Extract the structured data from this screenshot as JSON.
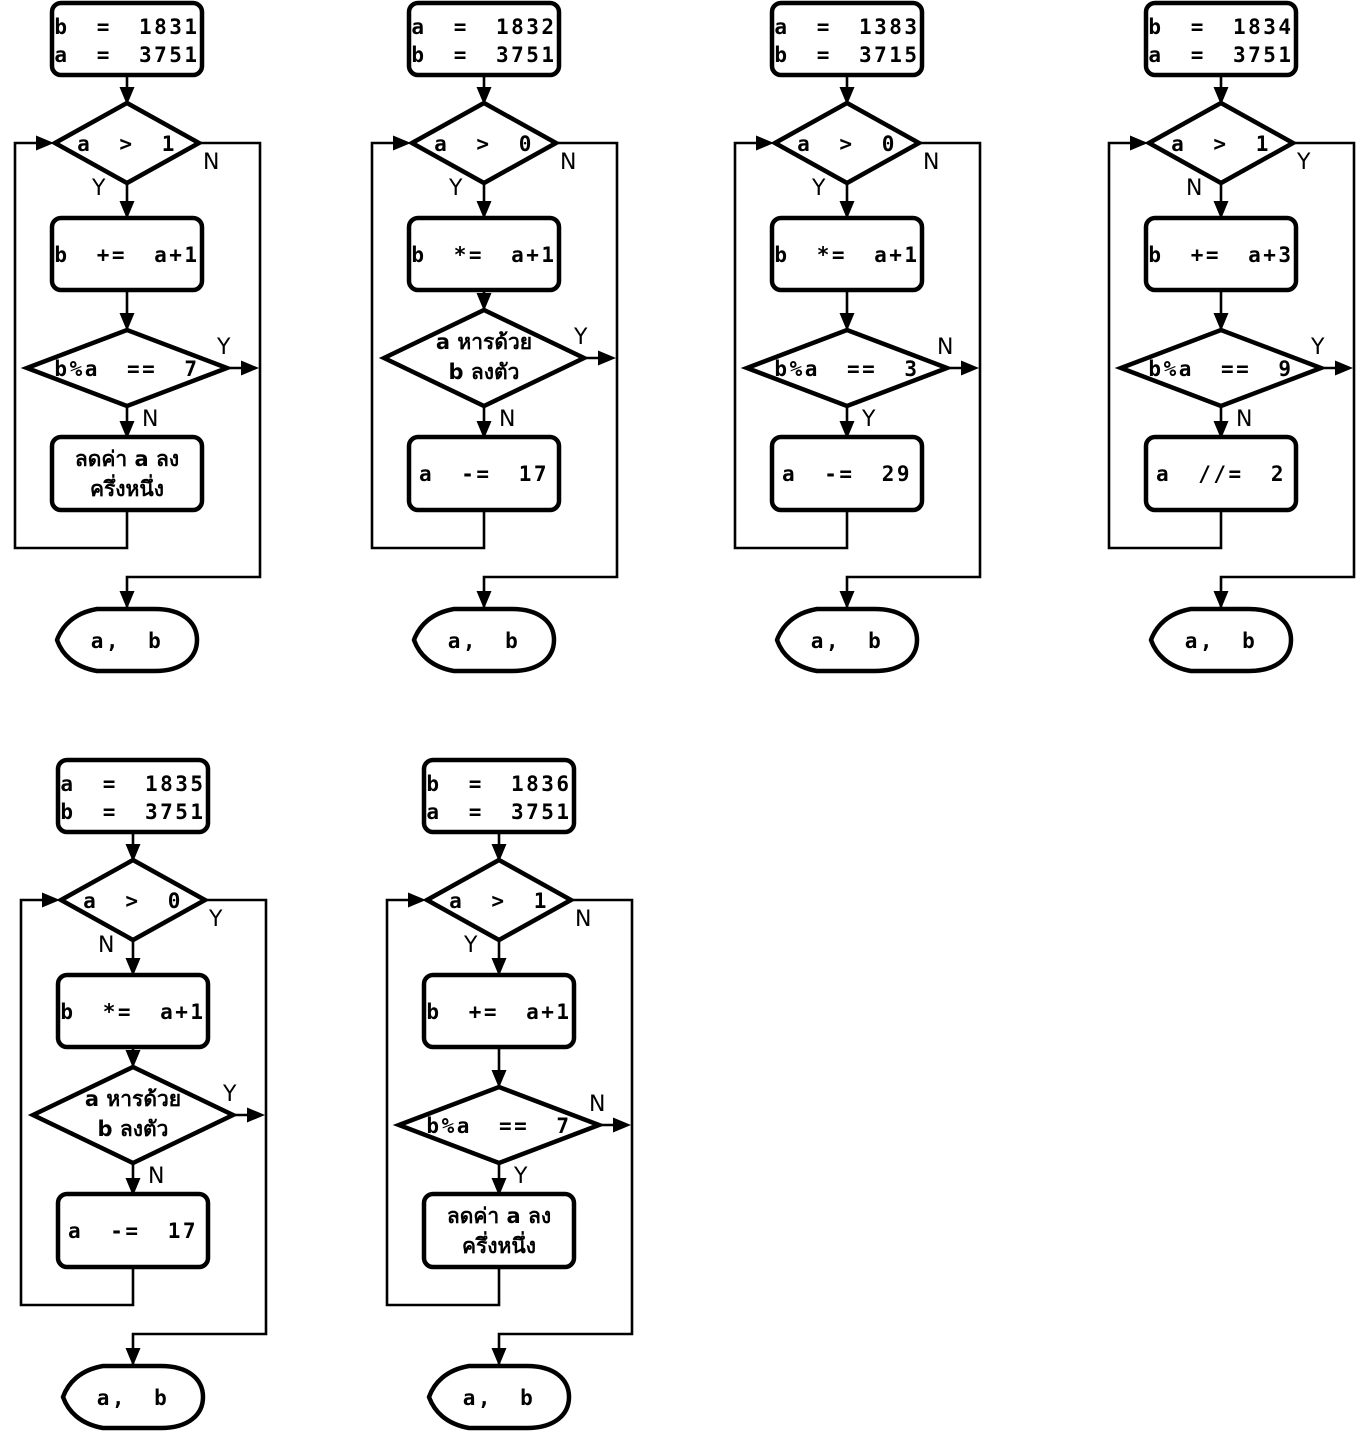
{
  "page": {
    "background": "#ffffff",
    "ink": "#000000"
  },
  "flowcharts": [
    {
      "name": "flowchart-1",
      "start": {
        "lines": [
          "b = 1831",
          "a = 3751"
        ]
      },
      "decision1": {
        "label": "a > 1",
        "right_label": "N",
        "down_label": "Y"
      },
      "process1": {
        "label": "b += a+1"
      },
      "decision2": {
        "lines": [
          "b%a == 7"
        ],
        "right_label": "Y",
        "down_label": "N"
      },
      "process2": {
        "lines": [
          "ลดค่า a ลง",
          "ครึ่งหนึ่ง"
        ]
      },
      "output": {
        "label": "a, b"
      }
    },
    {
      "name": "flowchart-2",
      "start": {
        "lines": [
          "a = 1832",
          "b = 3751"
        ]
      },
      "decision1": {
        "label": "a > 0",
        "right_label": "N",
        "down_label": "Y"
      },
      "process1": {
        "label": "b *= a+1"
      },
      "decision2": {
        "lines": [
          "a หารด้วย",
          "b ลงตัว"
        ],
        "right_label": "Y",
        "down_label": "N"
      },
      "process2": {
        "lines": [
          "a -= 17"
        ]
      },
      "output": {
        "label": "a, b"
      }
    },
    {
      "name": "flowchart-3",
      "start": {
        "lines": [
          "a = 1383",
          "b = 3715"
        ]
      },
      "decision1": {
        "label": "a > 0",
        "right_label": "N",
        "down_label": "Y"
      },
      "process1": {
        "label": "b *= a+1"
      },
      "decision2": {
        "lines": [
          "b%a == 3"
        ],
        "right_label": "N",
        "down_label": "Y"
      },
      "process2": {
        "lines": [
          "a -= 29"
        ]
      },
      "output": {
        "label": "a, b"
      }
    },
    {
      "name": "flowchart-4",
      "start": {
        "lines": [
          "b = 1834",
          "a = 3751"
        ]
      },
      "decision1": {
        "label": "a > 1",
        "right_label": "Y",
        "down_label": "N"
      },
      "process1": {
        "label": "b += a+3"
      },
      "decision2": {
        "lines": [
          "b%a == 9"
        ],
        "right_label": "Y",
        "down_label": "N"
      },
      "process2": {
        "lines": [
          "a //= 2"
        ]
      },
      "output": {
        "label": "a, b"
      }
    },
    {
      "name": "flowchart-5",
      "start": {
        "lines": [
          "a = 1835",
          "b = 3751"
        ]
      },
      "decision1": {
        "label": "a > 0",
        "right_label": "Y",
        "down_label": "N"
      },
      "process1": {
        "label": "b *= a+1"
      },
      "decision2": {
        "lines": [
          "a หารด้วย",
          "b ลงตัว"
        ],
        "right_label": "Y",
        "down_label": "N"
      },
      "process2": {
        "lines": [
          "a -= 17"
        ]
      },
      "output": {
        "label": "a, b"
      }
    },
    {
      "name": "flowchart-6",
      "start": {
        "lines": [
          "b = 1836",
          "a = 3751"
        ]
      },
      "decision1": {
        "label": "a > 1",
        "right_label": "N",
        "down_label": "Y"
      },
      "process1": {
        "label": "b += a+1"
      },
      "decision2": {
        "lines": [
          "b%a == 7"
        ],
        "right_label": "N",
        "down_label": "Y"
      },
      "process2": {
        "lines": [
          "ลดค่า a ลง",
          "ครึ่งหนึ่ง"
        ]
      },
      "output": {
        "label": "a, b"
      }
    }
  ]
}
